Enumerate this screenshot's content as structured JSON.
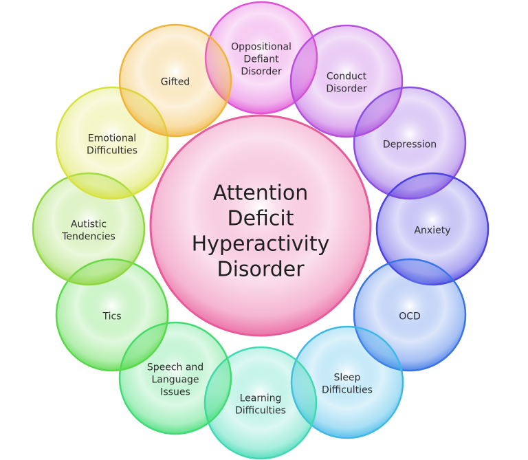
{
  "center": {
    "lines": [
      "Attention",
      "Deficit",
      "Hyperactivity",
      "Disorder"
    ],
    "color": "#e85a9a"
  },
  "nodes": [
    {
      "key": "oppositional-defiant-disorder",
      "lines": [
        "Oppositional",
        "Defiant",
        "Disorder"
      ],
      "color": "#e052d6"
    },
    {
      "key": "conduct-disorder",
      "lines": [
        "Conduct",
        "Disorder"
      ],
      "color": "#b84fdc"
    },
    {
      "key": "depression",
      "lines": [
        "Depression"
      ],
      "color": "#8a4fe0"
    },
    {
      "key": "anxiety",
      "lines": [
        "Anxiety"
      ],
      "color": "#4a3fe0"
    },
    {
      "key": "ocd",
      "lines": [
        "OCD"
      ],
      "color": "#3a73e6"
    },
    {
      "key": "sleep-difficulties",
      "lines": [
        "Sleep",
        "Difficulties"
      ],
      "color": "#3fb8e8"
    },
    {
      "key": "learning-difficulties",
      "lines": [
        "Learning",
        "Difficulties"
      ],
      "color": "#3fd9b4"
    },
    {
      "key": "speech-and-language-issues",
      "lines": [
        "Speech and",
        "Language",
        "Issues"
      ],
      "color": "#3fdc74"
    },
    {
      "key": "tics",
      "lines": [
        "Tics"
      ],
      "color": "#57d94a"
    },
    {
      "key": "autistic-tendencies",
      "lines": [
        "Autistic",
        "Tendencies"
      ],
      "color": "#8ed63f"
    },
    {
      "key": "emotional-difficulties",
      "lines": [
        "Emotional",
        "Difficulties"
      ],
      "color": "#d7e23f"
    },
    {
      "key": "gifted",
      "lines": [
        "Gifted"
      ],
      "color": "#f0b43a"
    }
  ]
}
